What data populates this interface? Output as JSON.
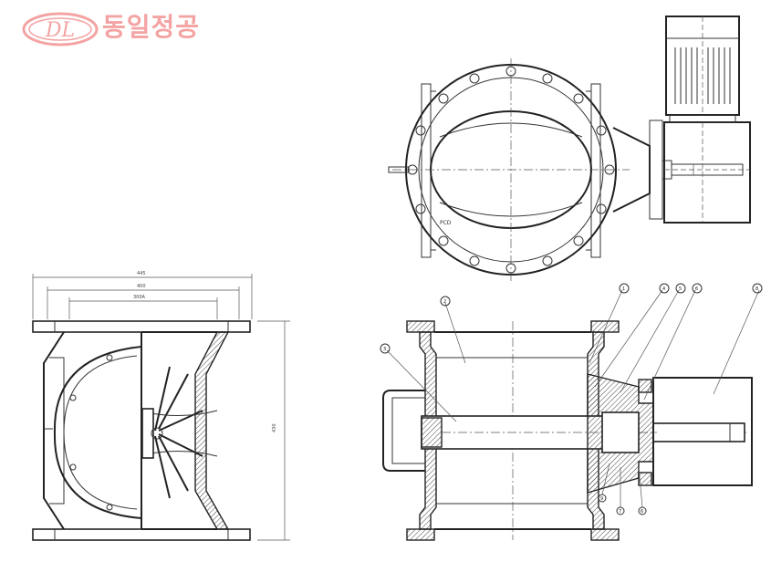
{
  "brand": {
    "emblem_text": "DL",
    "name": "동일정공",
    "color": "#f4a3a3"
  },
  "side_view": {
    "dimensions": [
      "445",
      "400",
      "300A"
    ],
    "height_dimension": "430"
  },
  "front_view": {
    "note": "PCD"
  },
  "section_view": {
    "callouts": [
      "2",
      "3",
      "1",
      "4",
      "5",
      "6",
      "8",
      "9",
      "7",
      "6"
    ]
  }
}
